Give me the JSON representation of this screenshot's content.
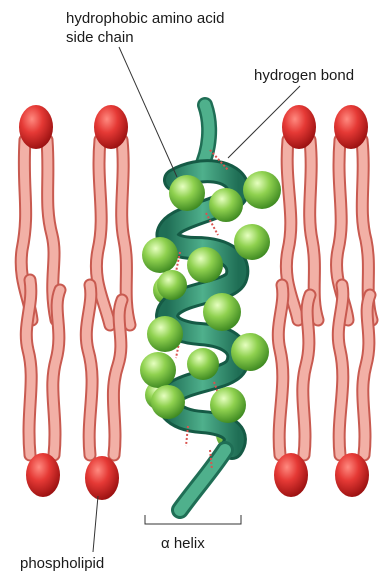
{
  "labels": {
    "hydrophobic_line1": "hydrophobic amino acid",
    "hydrophobic_line2": "side chain",
    "hydrogen_bond": "hydrogen bond",
    "alpha_helix": "α helix",
    "phospholipid": "phospholipid"
  },
  "colors": {
    "phospholipid_head": "#d8262c",
    "phospholipid_tail": "#ee9f95",
    "helix_ribbon": "#2f8f6e",
    "side_chain": "#8fd14f",
    "hydrogen_bond": "#d9534f"
  }
}
